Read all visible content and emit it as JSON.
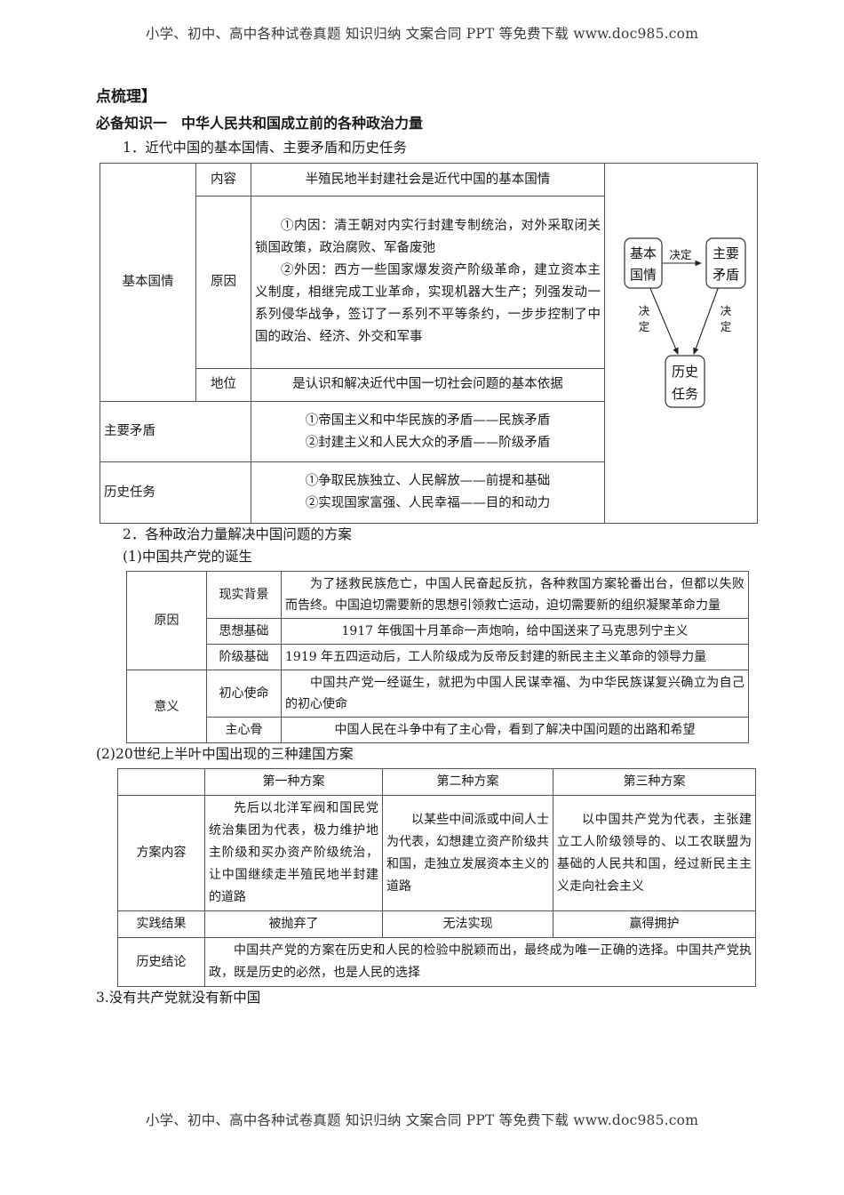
{
  "watermark": {
    "text": "小学、初中、高中各种试卷真题 知识归纳 文案合同 PPT 等免费下载  www.doc985.com"
  },
  "headings": {
    "title": "点梳理】",
    "subtitle": "必备知识一　中华人民共和国成立前的各种政治力量",
    "item1": "1．近代中国的基本国情、主要矛盾和历史任务",
    "item2": "2．各种政治力量解决中国问题的方案",
    "item2_1": "(1)中国共产党的诞生",
    "item2_2": "(2)20世纪上半叶中国出现的三种建国方案",
    "item3": "3.没有共产党就没有新中国"
  },
  "table1": {
    "rows": [
      {
        "label": "基本国情",
        "sub": "内容",
        "text": "半殖民地半封建社会是近代中国的基本国情"
      },
      {
        "sub": "原因",
        "line1": "①内因：清王朝对内实行封建专制统治，对外采取闭关锁国政策，政治腐败、军备废弛",
        "line2": "②外因：西方一些国家爆发资产阶级革命，建立资本主义制度，相继完成工业革命，实现机器大生产；列强发动一系列侵华战争，签订了一系列不平等条约，一步步控制了中国的政治、经济、外交和军事"
      },
      {
        "sub": "地位",
        "text": "是认识和解决近代中国一切社会问题的基本依据"
      },
      {
        "label": "主要矛盾",
        "line1": "①帝国主义和中华民族的矛盾——民族矛盾",
        "line2": "②封建主义和人民大众的矛盾——阶级矛盾"
      },
      {
        "label": "历史任务",
        "line1": "①争取民族独立、人民解放——前提和基础",
        "line2": "②实现国家富强、人民幸福——目的和动力"
      }
    ],
    "diagram": {
      "node_a_line1": "基本",
      "node_a_line2": "国情",
      "node_b_line1": "主要",
      "node_b_line2": "矛盾",
      "node_c_line1": "历史",
      "node_c_line2": "任务",
      "edge_ab": "决定",
      "edge_ac_line1": "决",
      "edge_ac_line2": "定",
      "edge_bc_line1": "决",
      "edge_bc_line2": "定"
    }
  },
  "table2": {
    "groups": [
      {
        "label": "原因",
        "rows": [
          {
            "sub": "现实背景",
            "text": "为了拯救民族危亡，中国人民奋起反抗，各种救国方案轮番出台，但都以失败而告终。中国迫切需要新的思想引领救亡运动，迫切需要新的组织凝聚革命力量"
          },
          {
            "sub": "思想基础",
            "text": "1917 年俄国十月革命一声炮响，给中国送来了马克思列宁主义"
          },
          {
            "sub": "阶级基础",
            "text": "1919 年五四运动后，工人阶级成为反帝反封建的新民主主义革命的领导力量"
          }
        ]
      },
      {
        "label": "意义",
        "rows": [
          {
            "sub": "初心使命",
            "text": "中国共产党一经诞生，就把为中国人民谋幸福、为中华民族谋复兴确立为自己的初心使命"
          },
          {
            "sub": "主心骨",
            "text": "中国人民在斗争中有了主心骨，看到了解决中国问题的出路和希望"
          }
        ]
      }
    ]
  },
  "table3": {
    "headers": [
      "",
      "第一种方案",
      "第二种方案",
      "第三种方案"
    ],
    "rows": [
      {
        "label": "方案内容",
        "cells": [
          "先后以北洋军阀和国民党统治集团为代表，极力维护地主阶级和买办资产阶级统治，让中国继续走半殖民地半封建的道路",
          "以某些中间派或中间人士为代表，幻想建立资产阶级共和国，走独立发展资本主义的道路",
          "以中国共产党为代表，主张建立工人阶级领导的、以工农联盟为基础的人民共和国，经过新民主主义走向社会主义"
        ]
      },
      {
        "label": "实践结果",
        "cells": [
          "被抛弃了",
          "无法实现",
          "赢得拥护"
        ]
      }
    ],
    "conclusion": {
      "label": "历史结论",
      "text": "中国共产党的方案在历史和人民的检验中脱颖而出，最终成为唯一正确的选择。中国共产党执政，既是历史的必然，也是人民的选择"
    }
  }
}
